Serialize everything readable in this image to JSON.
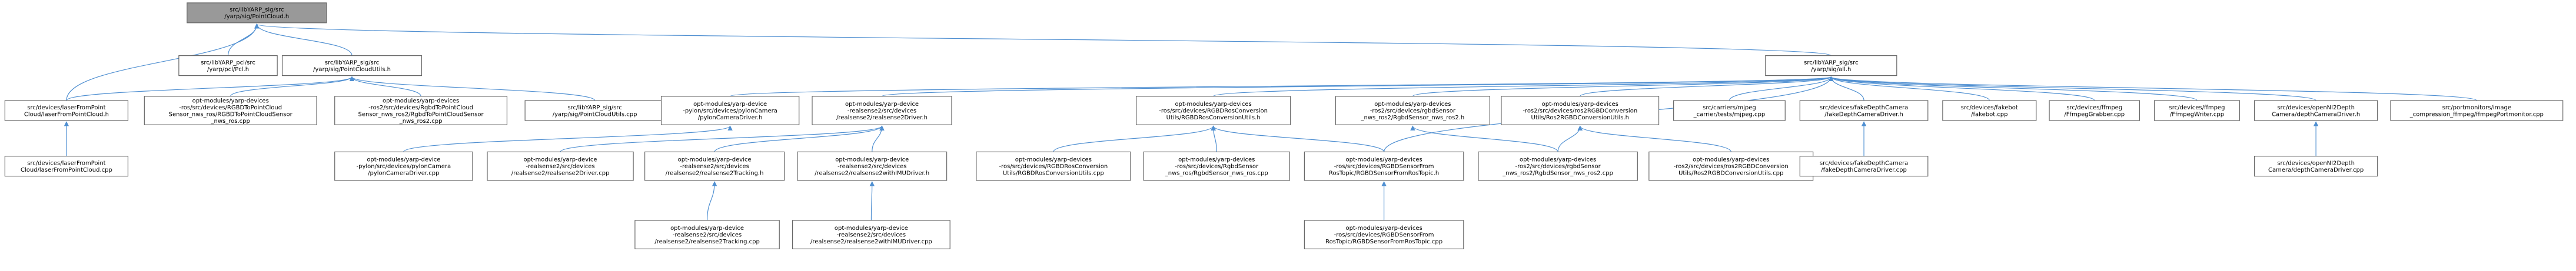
{
  "graph": {
    "direction": "bottom-to-top include dependency graph",
    "colors": {
      "edge": "#4f8fd1",
      "node_border": "#666666",
      "root_fill": "#999999",
      "node_fill": "#ffffff"
    },
    "nodes": [
      {
        "id": "root",
        "lines": [
          "src/libYARP_sig/src",
          "/yarp/sig/PointCloud.h"
        ]
      },
      {
        "id": "laserfrontpoint_h",
        "lines": [
          "src/devices/laserFromPoint",
          "Cloud/laserFromPointCloud.h"
        ]
      },
      {
        "id": "pcl_h",
        "lines": [
          "src/libYARP_pcl/src",
          "/yarp/pcl/Pcl.h"
        ]
      },
      {
        "id": "pcutils_h",
        "lines": [
          "src/libYARP_sig/src",
          "/yarp/sig/PointCloudUtils.h"
        ]
      },
      {
        "id": "all_h",
        "lines": [
          "src/libYARP_sig/src",
          "/yarp/sig/all.h"
        ]
      },
      {
        "id": "laserfrontpoint_cpp",
        "lines": [
          "src/devices/laserFromPoint",
          "Cloud/laserFromPointCloud.cpp"
        ]
      },
      {
        "id": "rgbdtopc_ros",
        "lines": [
          "opt-modules/yarp-devices",
          "-ros/src/devices/RGBDToPointCloud",
          "Sensor_nws_ros/RGBDToPointCloudSensor",
          "_nws_ros.cpp"
        ]
      },
      {
        "id": "rgbdtopc_ros2",
        "lines": [
          "opt-modules/yarp-devices",
          "-ros2/src/devices/RgbdToPointCloud",
          "Sensor_nws_ros2/RgbdToPointCloudSensor",
          "_nws_ros2.cpp"
        ]
      },
      {
        "id": "pcutils_cpp",
        "lines": [
          "src/libYARP_sig/src",
          "/yarp/sig/PointCloudUtils.cpp"
        ]
      },
      {
        "id": "pylon_h",
        "lines": [
          "opt-modules/yarp-device",
          "-pylon/src/devices/pylonCamera",
          "/pylonCameraDriver.h"
        ]
      },
      {
        "id": "rs2_h",
        "lines": [
          "opt-modules/yarp-device",
          "-realsense2/src/devices",
          "/realsense2/realsense2Driver.h"
        ]
      },
      {
        "id": "rgbdconv_ros_h",
        "lines": [
          "opt-modules/yarp-devices",
          "-ros/src/devices/RGBDRosConversion",
          "Utils/RGBDRosConversionUtils.h"
        ]
      },
      {
        "id": "rgbdsensor_ros2_h",
        "lines": [
          "opt-modules/yarp-devices",
          "-ros2/src/devices/rgbdSensor",
          "_nws_ros2/RgbdSensor_nws_ros2.h"
        ]
      },
      {
        "id": "ros2rgbdconv_h",
        "lines": [
          "opt-modules/yarp-devices",
          "-ros2/src/devices/ros2RGBDConversion",
          "Utils/Ros2RGBDConversionUtils.h"
        ]
      },
      {
        "id": "mjpeg",
        "lines": [
          "src/carriers/mjpeg",
          "_carrier/tests/mjpeg.cpp"
        ]
      },
      {
        "id": "fakedepth_h",
        "lines": [
          "src/devices/fakeDepthCamera",
          "/fakeDepthCameraDriver.h"
        ]
      },
      {
        "id": "fakebot",
        "lines": [
          "src/devices/fakebot",
          "/fakebot.cpp"
        ]
      },
      {
        "id": "ffgrab",
        "lines": [
          "src/devices/ffmpeg",
          "/FfmpegGrabber.cpp"
        ]
      },
      {
        "id": "ffwrite",
        "lines": [
          "src/devices/ffmpeg",
          "/FfmpegWriter.cpp"
        ]
      },
      {
        "id": "openni_h",
        "lines": [
          "src/devices/openNI2Depth",
          "Camera/depthCameraDriver.h"
        ]
      },
      {
        "id": "ffportmon",
        "lines": [
          "src/portmonitors/image",
          "_compression_ffmpeg/ffmpegPortmonitor.cpp"
        ]
      },
      {
        "id": "pylon_cpp",
        "lines": [
          "opt-modules/yarp-device",
          "-pylon/src/devices/pylonCamera",
          "/pylonCameraDriver.cpp"
        ]
      },
      {
        "id": "rs2_cpp",
        "lines": [
          "opt-modules/yarp-device",
          "-realsense2/src/devices",
          "/realsense2/realsense2Driver.cpp"
        ]
      },
      {
        "id": "rs2tracking_h",
        "lines": [
          "opt-modules/yarp-device",
          "-realsense2/src/devices",
          "/realsense2/realsense2Tracking.h"
        ]
      },
      {
        "id": "rs2imu_h",
        "lines": [
          "opt-modules/yarp-device",
          "-realsense2/src/devices",
          "/realsense2/realsense2withIMUDriver.h"
        ]
      },
      {
        "id": "rgbdconv_ros_cpp",
        "lines": [
          "opt-modules/yarp-devices",
          "-ros/src/devices/RGBDRosConversion",
          "Utils/RGBDRosConversionUtils.cpp"
        ]
      },
      {
        "id": "rgbdsensor_ros_cpp",
        "lines": [
          "opt-modules/yarp-devices",
          "-ros/src/devices/RgbdSensor",
          "_nws_ros/RgbdSensor_nws_ros.cpp"
        ]
      },
      {
        "id": "rgbdfromros_h",
        "lines": [
          "opt-modules/yarp-devices",
          "-ros/src/devices/RGBDSensorFrom",
          "RosTopic/RGBDSensorFromRosTopic.h"
        ]
      },
      {
        "id": "rgbdsensor_ros2_cpp",
        "lines": [
          "opt-modules/yarp-devices",
          "-ros2/src/devices/rgbdSensor",
          "_nws_ros2/RgbdSensor_nws_ros2.cpp"
        ]
      },
      {
        "id": "ros2rgbdconv_cpp",
        "lines": [
          "opt-modules/yarp-devices",
          "-ros2/src/devices/ros2RGBDConversion",
          "Utils/Ros2RGBDConversionUtils.cpp"
        ]
      },
      {
        "id": "fakedepth_cpp",
        "lines": [
          "src/devices/fakeDepthCamera",
          "/fakeDepthCameraDriver.cpp"
        ]
      },
      {
        "id": "openni_cpp",
        "lines": [
          "src/devices/openNI2Depth",
          "Camera/depthCameraDriver.cpp"
        ]
      },
      {
        "id": "rs2tracking_cpp",
        "lines": [
          "opt-modules/yarp-device",
          "-realsense2/src/devices",
          "/realsense2/realsense2Tracking.cpp"
        ]
      },
      {
        "id": "rs2imu_cpp",
        "lines": [
          "opt-modules/yarp-device",
          "-realsense2/src/devices",
          "/realsense2/realsense2withIMUDriver.cpp"
        ]
      },
      {
        "id": "rgbdfromros_cpp",
        "lines": [
          "opt-modules/yarp-devices",
          "-ros/src/devices/RGBDSensorFrom",
          "RosTopic/RGBDSensorFromRosTopic.cpp"
        ]
      }
    ],
    "edges": [
      [
        "laserfrontpoint_h",
        "root"
      ],
      [
        "pcl_h",
        "root"
      ],
      [
        "pcutils_h",
        "root"
      ],
      [
        "all_h",
        "root"
      ],
      [
        "laserfrontpoint_cpp",
        "laserfrontpoint_h"
      ],
      [
        "laserfrontpoint_h",
        "pcutils_h"
      ],
      [
        "rgbdtopc_ros",
        "pcutils_h"
      ],
      [
        "rgbdtopc_ros2",
        "pcutils_h"
      ],
      [
        "pcutils_cpp",
        "pcutils_h"
      ],
      [
        "pylon_h",
        "all_h"
      ],
      [
        "rs2_h",
        "all_h"
      ],
      [
        "rgbdconv_ros_h",
        "all_h"
      ],
      [
        "rgbdsensor_ros2_h",
        "all_h"
      ],
      [
        "ros2rgbdconv_h",
        "all_h"
      ],
      [
        "mjpeg",
        "all_h"
      ],
      [
        "fakedepth_h",
        "all_h"
      ],
      [
        "fakebot",
        "all_h"
      ],
      [
        "ffgrab",
        "all_h"
      ],
      [
        "ffwrite",
        "all_h"
      ],
      [
        "openni_h",
        "all_h"
      ],
      [
        "ffportmon",
        "all_h"
      ],
      [
        "rgbdfromros_h",
        "all_h"
      ],
      [
        "pylon_cpp",
        "pylon_h"
      ],
      [
        "rs2_cpp",
        "rs2_h"
      ],
      [
        "rs2tracking_h",
        "rs2_h"
      ],
      [
        "rs2imu_h",
        "rs2_h"
      ],
      [
        "rs2tracking_cpp",
        "rs2tracking_h"
      ],
      [
        "rs2imu_cpp",
        "rs2imu_h"
      ],
      [
        "rgbdconv_ros_cpp",
        "rgbdconv_ros_h"
      ],
      [
        "rgbdsensor_ros_cpp",
        "rgbdconv_ros_h"
      ],
      [
        "rgbdfromros_h",
        "rgbdconv_ros_h"
      ],
      [
        "rgbdsensor_ros2_cpp",
        "rgbdsensor_ros2_h"
      ],
      [
        "rgbdsensor_ros2_cpp",
        "ros2rgbdconv_h"
      ],
      [
        "ros2rgbdconv_cpp",
        "ros2rgbdconv_h"
      ],
      [
        "fakedepth_cpp",
        "fakedepth_h"
      ],
      [
        "openni_cpp",
        "openni_h"
      ],
      [
        "rgbdfromros_cpp",
        "rgbdfromros_h"
      ]
    ]
  }
}
